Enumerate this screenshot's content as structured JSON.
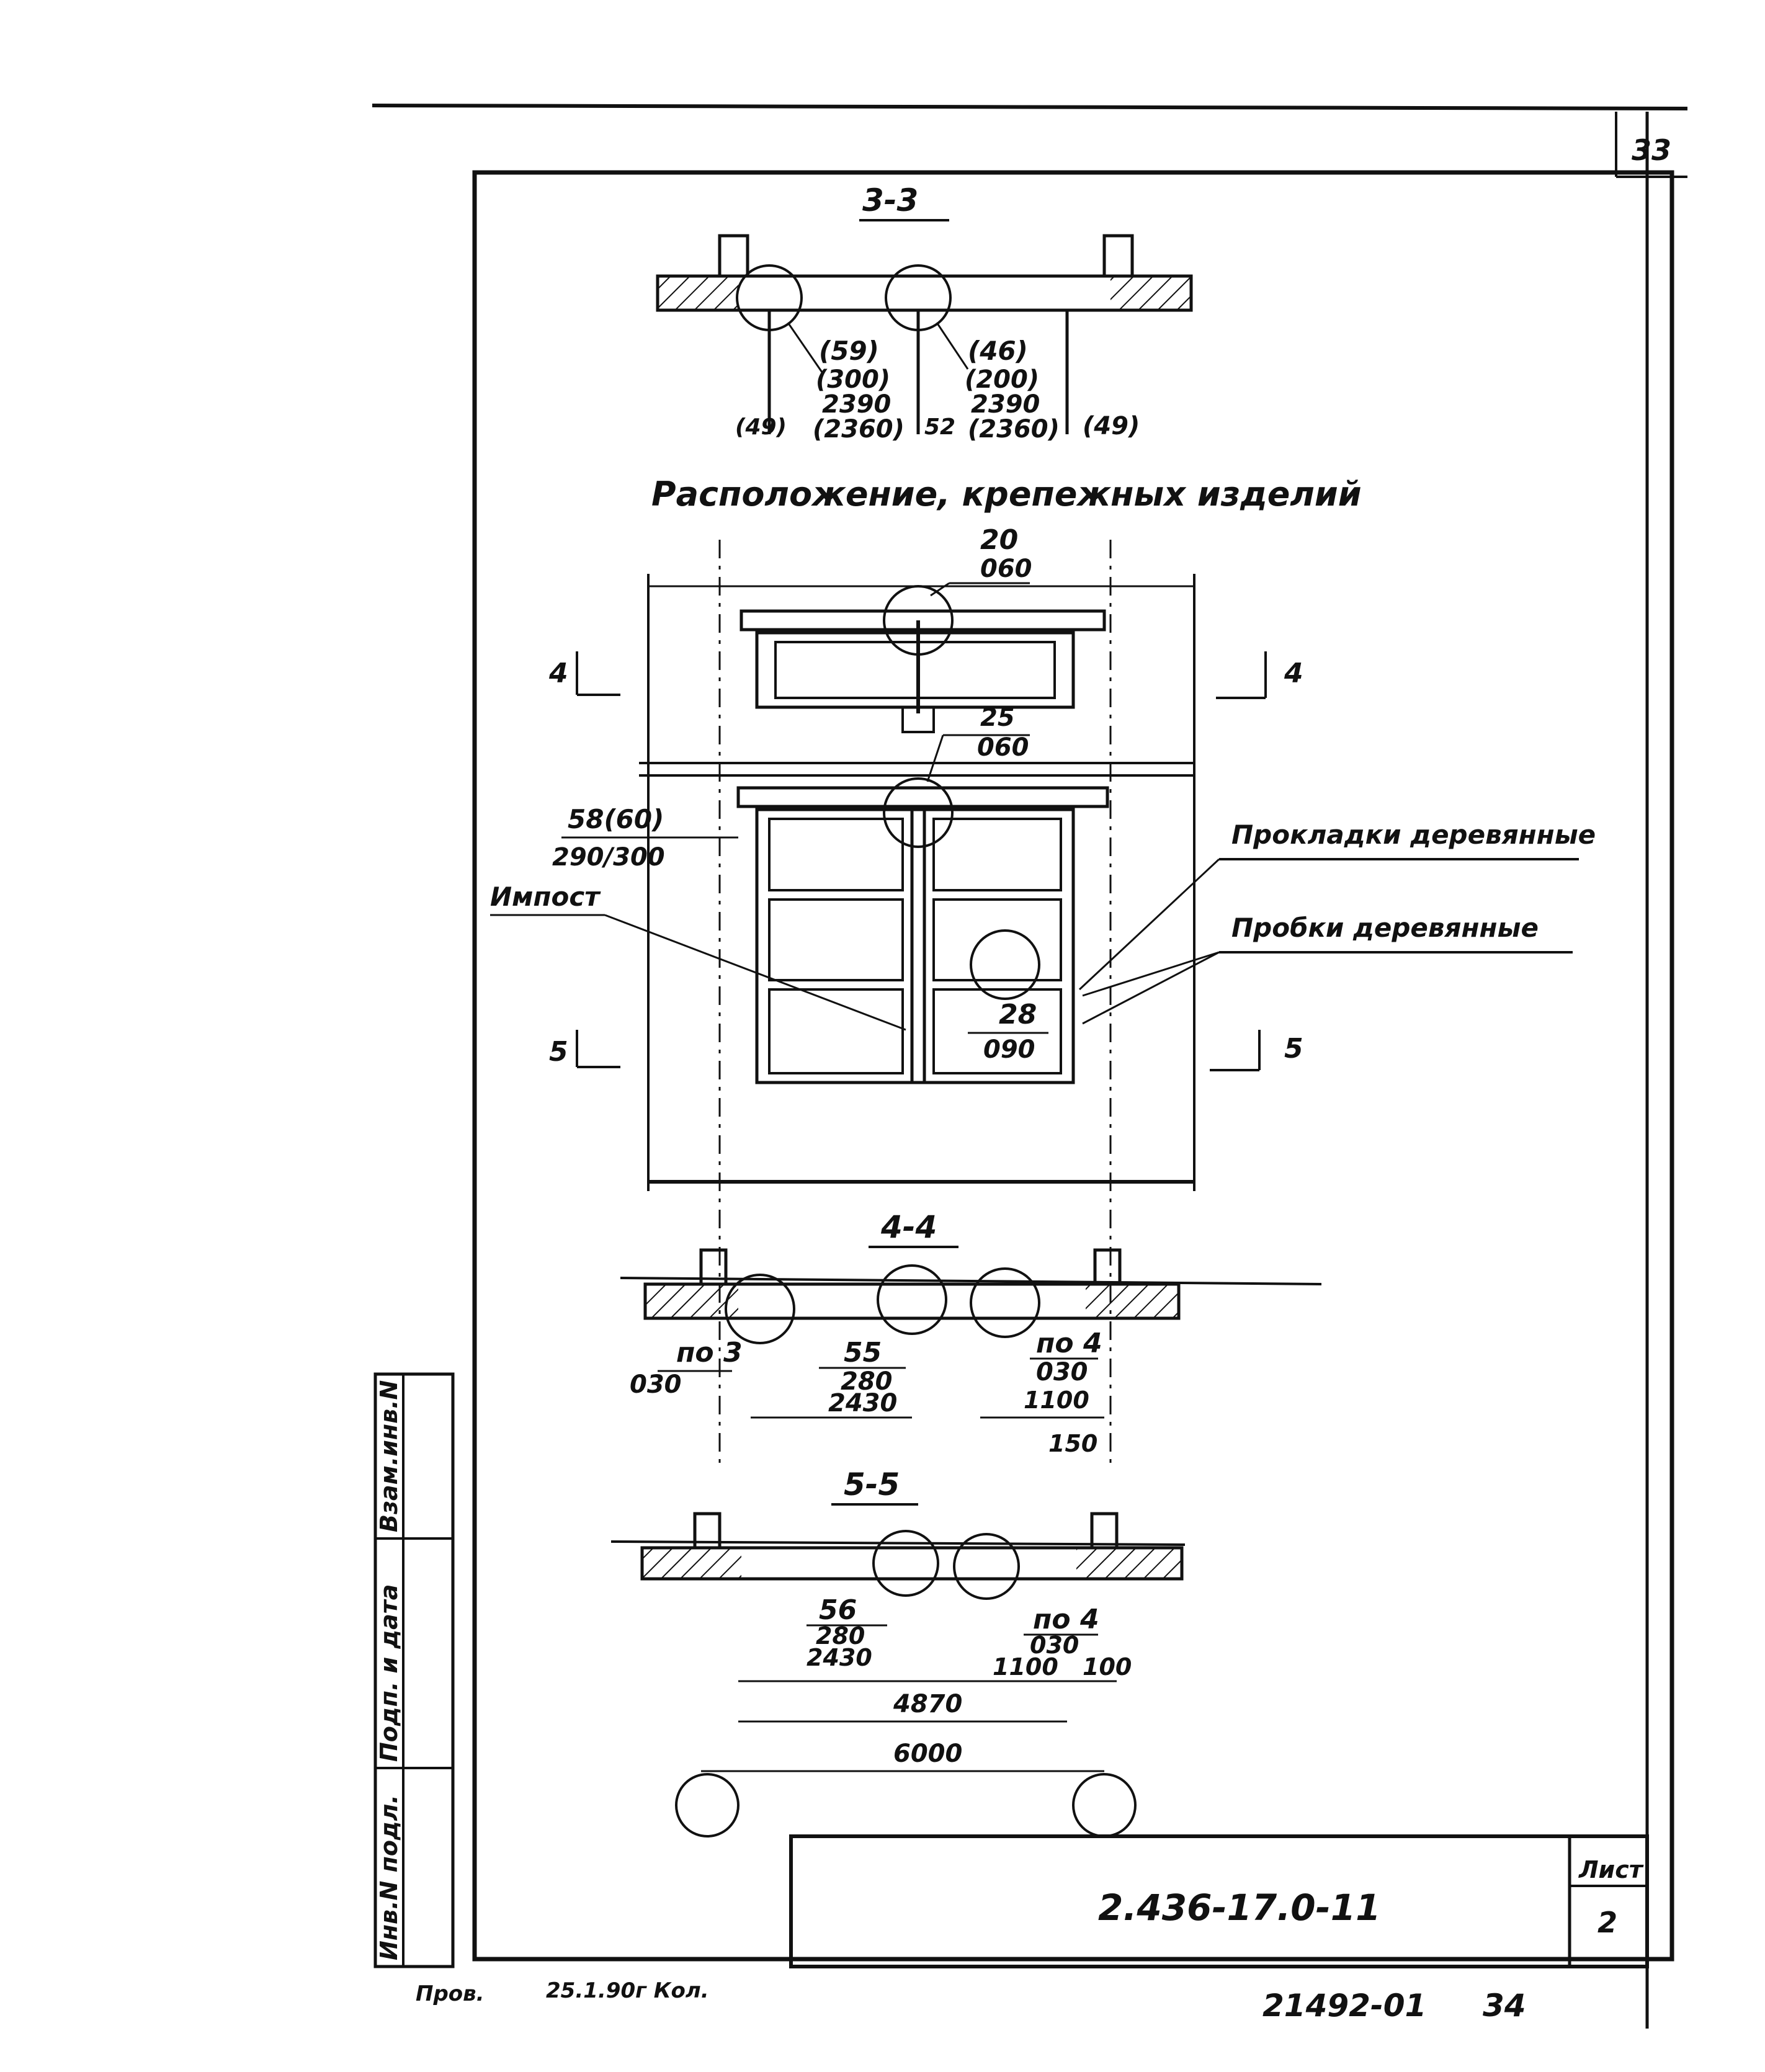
{
  "page_number": "33",
  "section_3_3": {
    "title": "3-3",
    "callout_left": [
      "(59)",
      "(300)",
      "2390",
      "(2360)"
    ],
    "callout_right": [
      "(46)",
      "(200)",
      "2390",
      "(2360)"
    ],
    "label_left": "(49)",
    "label_mid": "52",
    "label_right": "(49)"
  },
  "layout_title": "Расположение, крепежных изделий",
  "plan": {
    "top_callout": [
      "20",
      "060"
    ],
    "mid_callout": [
      "25",
      "060"
    ],
    "left_callout": [
      "58(60)",
      "290/300"
    ],
    "impost_label": "Импост",
    "pads_label": "Прокладки деревянные",
    "plugs_label": "Пробки деревянные",
    "node_callout": [
      "28",
      "090"
    ],
    "cut_4": "4",
    "cut_5": "5"
  },
  "section_4_4": {
    "title": "4-4",
    "left_callout": [
      "по 3",
      "030"
    ],
    "mid_callout": [
      "55",
      "280",
      "2430"
    ],
    "right_callout": [
      "по 4",
      "030"
    ],
    "dims": [
      "1100",
      "150"
    ]
  },
  "section_5_5": {
    "title": "5-5",
    "mid_callout": [
      "56",
      "280",
      "2430"
    ],
    "right_callout": [
      "по 4",
      "030"
    ],
    "dims": [
      "1100",
      "100",
      "4870",
      "6000"
    ]
  },
  "side_stamp": [
    "Взам.инв.N",
    "Подп. и дата",
    "Инв.N подл."
  ],
  "title_block": {
    "code": "2.436-17.0-11",
    "sheet_label": "Лист",
    "sheet_number": "2"
  },
  "footer": {
    "checked": "Пров.",
    "note": "25.1.90г Кол.",
    "archive": "21492-01",
    "page": "34"
  }
}
